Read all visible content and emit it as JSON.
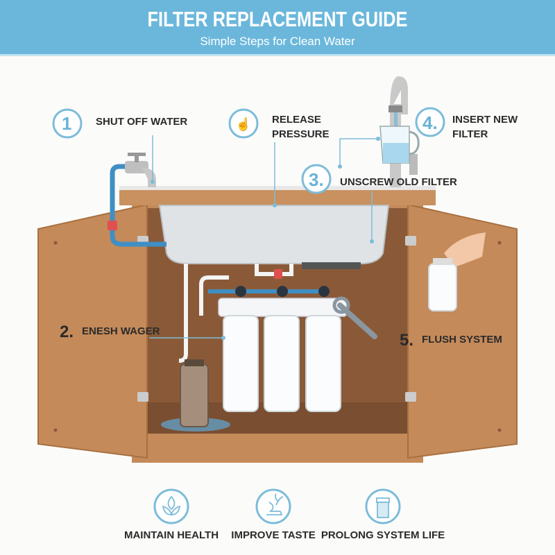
{
  "header": {
    "title": "FILTER REPLACEMENT GUIDE",
    "subtitle": "Simple Steps for Clean Water"
  },
  "steps": [
    {
      "number": "1",
      "label": "SHUT OFF WATER",
      "icon": "hand-valve-icon"
    },
    {
      "label_line1": "RELEASE",
      "label_line2": "PRESSURE",
      "icon": "hand-press-icon"
    },
    {
      "number": "3.",
      "label": "UNSCREW OLD FILTER"
    },
    {
      "number": "4.",
      "label_line1": "INSERT NEW",
      "label_line2": "FILTER"
    },
    {
      "number": "2.",
      "label": "ENESH WAGER"
    },
    {
      "number": "5.",
      "label": "FLUSH SYSTEM"
    }
  ],
  "benefits": [
    {
      "label": "MAINTAIN HEALTH",
      "icon": "leaf-icon"
    },
    {
      "label": "IMPROVE TASTE",
      "icon": "sprout-icon"
    },
    {
      "label": "PROLONG SYSTEM LIFE",
      "icon": "filter-cartridge-icon"
    }
  ],
  "colors": {
    "header": "#6bb7dc",
    "accent": "#7cbcd9",
    "wood": "#c48a5a",
    "pipe": "#3f8fc4"
  }
}
